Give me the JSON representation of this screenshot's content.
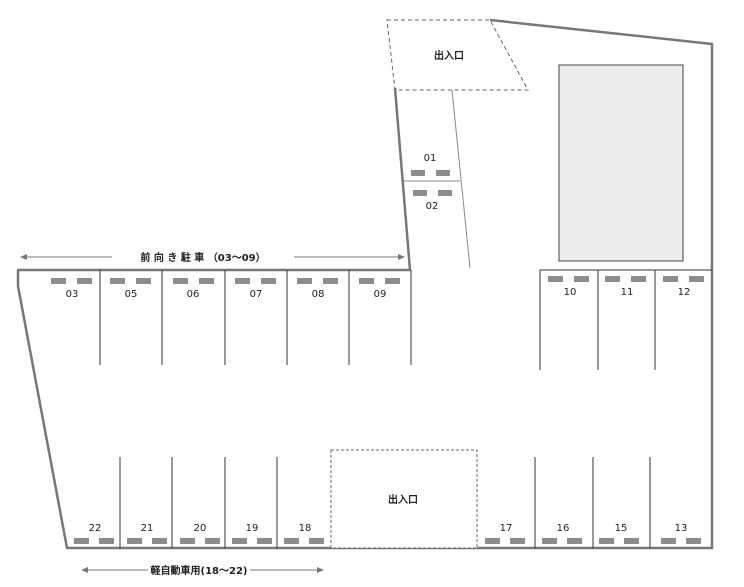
{
  "entrance_top": "出入口",
  "entrance_bottom": "出入口",
  "front_parking_label": "前 向 き 駐 車 （03〜09）",
  "kei_label": "軽自動車用(18〜22)",
  "spaces": {
    "s01": "01",
    "s02": "02",
    "s03": "03",
    "s05": "05",
    "s06": "06",
    "s07": "07",
    "s08": "08",
    "s09": "09",
    "s10": "10",
    "s11": "11",
    "s12": "12",
    "s13": "13",
    "s15": "15",
    "s16": "16",
    "s17": "17",
    "s18": "18",
    "s19": "19",
    "s20": "20",
    "s21": "21",
    "s22": "22"
  }
}
